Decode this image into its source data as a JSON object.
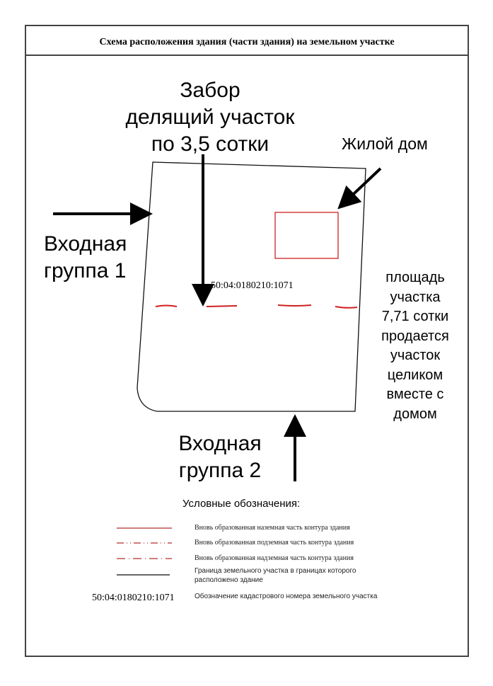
{
  "header": {
    "title": "Схема расположения здания (части здания) на земельном участке"
  },
  "labels": {
    "fence": [
      "Забор",
      "делящий участок",
      "по 3,5 сотки"
    ],
    "house": "Жилой дом",
    "entrance1": [
      "Входная",
      "группа 1"
    ],
    "entrance2": [
      "Входная",
      "группа 2"
    ],
    "cadastral": "50:04:0180210:1071",
    "sale_note": [
      "площадь",
      "участка",
      "7,71 сотки",
      "продается",
      "участок",
      "целиком",
      "вместе с",
      "домом"
    ]
  },
  "legend": {
    "title": "Условные обозначения:",
    "items": [
      {
        "label": "Вновь образованная наземная часть контура здания"
      },
      {
        "label": "Вновь образованная подземная часть контура здания"
      },
      {
        "label": "Вновь образованная надземная часть контура здания"
      },
      {
        "label": "Граница земельного участка в границах которого расположено  здание"
      },
      {
        "symbol": "50:04:0180210:1071",
        "label": "Обозначение кадастрового номера земельного участка"
      }
    ]
  },
  "colors": {
    "contour": "#d02020",
    "border": "#000000"
  }
}
